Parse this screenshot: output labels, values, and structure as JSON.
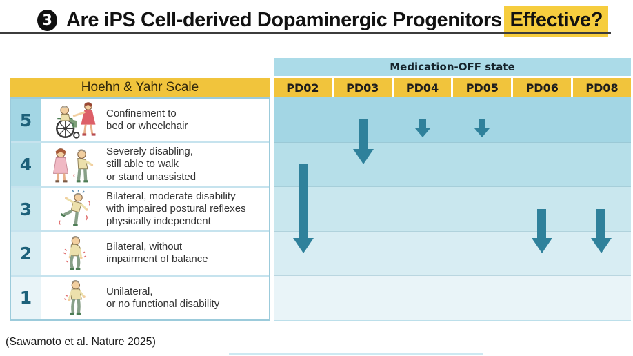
{
  "title": {
    "badge": "3",
    "text": "Are iPS Cell-derived Dopaminergic Progenitors",
    "highlight": "Effective?"
  },
  "table": {
    "scale_header": "Hoehn & Yahr Scale",
    "medication_header": "Medication-OFF state",
    "patients": [
      "PD02",
      "PD03",
      "PD04",
      "PD05",
      "PD06",
      "PD08"
    ],
    "rows": [
      {
        "level": "5",
        "icon": "person-in-wheelchair-icon",
        "description": "Confinement to\nbed or wheelchair"
      },
      {
        "level": "4",
        "icon": "assisted-couple-icon",
        "description": "Severely disabling,\nstill able to walk\nor stand unassisted"
      },
      {
        "level": "3",
        "icon": "falling-person-icon",
        "description": "Bilateral, moderate disability\n with impaired postural reflexes\nphysically independent"
      },
      {
        "level": "2",
        "icon": "stooped-person-icon",
        "description": "Bilateral, without\nimpairment of balance"
      },
      {
        "level": "1",
        "icon": "standing-person-icon",
        "description": "Unilateral,\nor no functional disability"
      }
    ]
  },
  "chart_data": {
    "type": "table",
    "title": "Hoehn & Yahr stage change in Medication-OFF state",
    "categories": [
      "PD02",
      "PD03",
      "PD04",
      "PD05",
      "PD06",
      "PD08"
    ],
    "y_axis": {
      "label": "Hoehn & Yahr Scale",
      "levels": [
        5,
        4,
        3,
        2,
        1
      ]
    },
    "arrows": [
      {
        "patient": "PD02",
        "from_stage": 4.0,
        "to_stage": 2.0
      },
      {
        "patient": "PD03",
        "from_stage": 5.0,
        "to_stage": 4.0
      },
      {
        "patient": "PD04",
        "from_stage": 5.0,
        "to_stage": 4.6
      },
      {
        "patient": "PD05",
        "from_stage": 5.0,
        "to_stage": 4.6
      },
      {
        "patient": "PD06",
        "from_stage": 3.0,
        "to_stage": 2.0
      },
      {
        "patient": "PD08",
        "from_stage": 3.0,
        "to_stage": 2.0
      }
    ]
  },
  "citation": "(Sawamoto et al. Nature 2025)",
  "colors": {
    "accent_yellow": "#f1c43c",
    "highlight_yellow": "#f6cd3e",
    "header_blue": "#abdbe8",
    "arrow_teal": "#2f819b",
    "level_number": "#1d617a",
    "bottom_bar": "#cde9f2",
    "band_colors": [
      "#a3d6e4",
      "#b6dfe9",
      "#c9e7ee",
      "#d8edf3",
      "#e9f4f8"
    ]
  }
}
